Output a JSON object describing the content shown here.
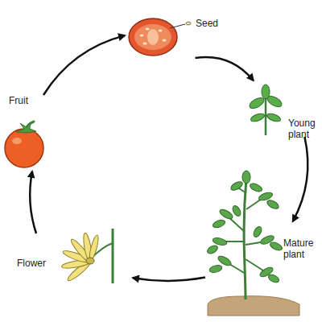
{
  "diagram": {
    "nodes": [
      {
        "text": [
          "Seed"
        ]
      },
      {
        "text": [
          "Young plant"
        ]
      },
      {
        "text": [
          "Mature plant"
        ]
      },
      {
        "text": [
          "Flower"
        ]
      },
      {
        "text": [
          "Fruit"
        ]
      }
    ],
    "edges": [
      {
        "from": 0,
        "to": 1,
        "arrow": "to"
      },
      {
        "from": 1,
        "to": 2,
        "arrow": "to"
      },
      {
        "from": 2,
        "to": 3,
        "arrow": "to"
      },
      {
        "from": 3,
        "to": 4,
        "arrow": "to"
      },
      {
        "from": 4,
        "to": 0,
        "arrow": "to"
      }
    ]
  }
}
